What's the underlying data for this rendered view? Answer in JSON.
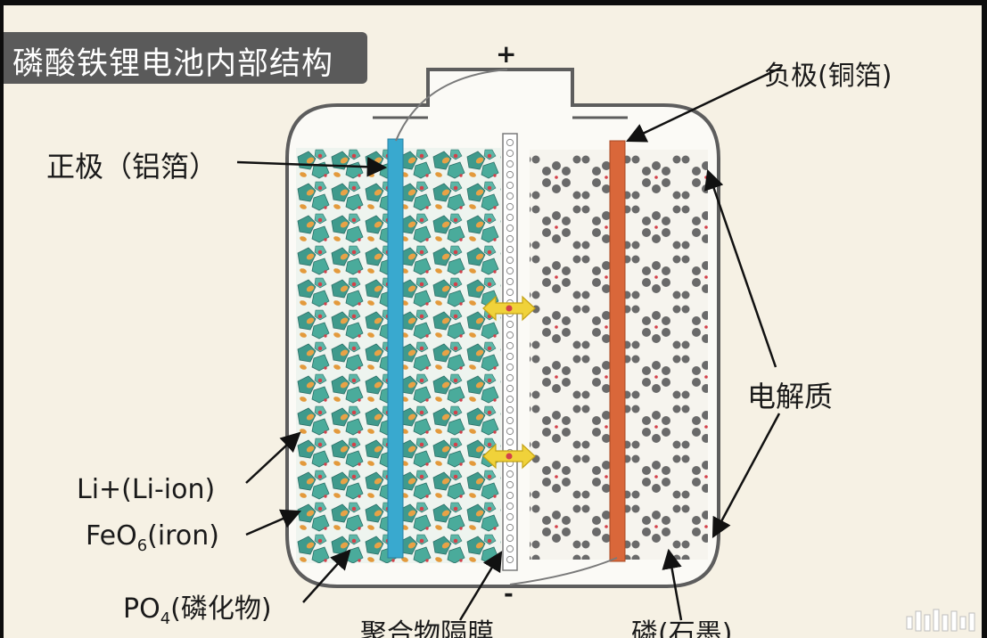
{
  "title": "磷酸铁锂电池内部结构",
  "terminals": {
    "positive": "+",
    "negative": "-"
  },
  "labels": {
    "cathode_foil": "正极（铝箔）",
    "anode_foil": "负极(铜箔)",
    "electrolyte": "电解质",
    "li_ion": "Li+(Li-ion)",
    "feo6_main": "FeO",
    "feo6_sub": "6",
    "feo6_rest": "(iron)",
    "po4_main": "PO",
    "po4_sub": "4",
    "po4_rest": "(磷化物)",
    "separator": "聚合物隔膜",
    "graphite": "磷(石墨)"
  },
  "colors": {
    "background": "#f6f1e4",
    "title_bar": "#5a5a5a",
    "cell_outline": "#5d5d5d",
    "aluminium_foil": "#39a9cf",
    "copper_foil": "#d9673a",
    "crystal_teal": "#3f9a8c",
    "crystal_orange": "#e8a246",
    "graphite_ring": "#6a6a6a",
    "ion_arrow": "#f0d23a",
    "pointer": "#111111"
  },
  "icons": {
    "ion_exchange": "double-arrow-icon",
    "watermark": "waveform-watermark-icon"
  }
}
